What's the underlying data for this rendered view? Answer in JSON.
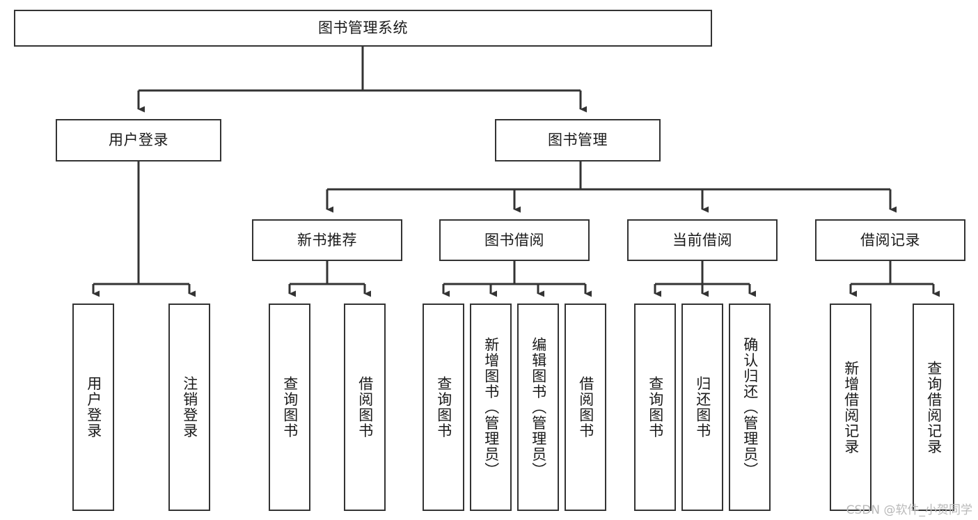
{
  "diagram": {
    "type": "tree-hierarchy",
    "title": "图书管理系统",
    "watermark": "CSDN @软件_小贺同学",
    "colors": {
      "node_border": "#333333",
      "node_fill": "#ffffff",
      "edge": "#333333",
      "text": "#1a1a1a",
      "watermark": "#b9b9b9",
      "background": "#ffffff"
    },
    "levels": [
      {
        "level": 1,
        "nodes": [
          {
            "id": "root",
            "label": "图书管理系统",
            "orientation": "horizontal"
          }
        ]
      },
      {
        "level": 2,
        "nodes": [
          {
            "id": "login",
            "label": "用户登录",
            "orientation": "horizontal",
            "parent": "root"
          },
          {
            "id": "bookmgmt",
            "label": "图书管理",
            "orientation": "horizontal",
            "parent": "root"
          }
        ]
      },
      {
        "level": 3,
        "nodes": [
          {
            "id": "newbook",
            "label": "新书推荐",
            "orientation": "horizontal",
            "parent": "bookmgmt"
          },
          {
            "id": "borrow",
            "label": "图书借阅",
            "orientation": "horizontal",
            "parent": "bookmgmt"
          },
          {
            "id": "current",
            "label": "当前借阅",
            "orientation": "horizontal",
            "parent": "bookmgmt"
          },
          {
            "id": "records",
            "label": "借阅记录",
            "orientation": "horizontal",
            "parent": "bookmgmt"
          }
        ]
      },
      {
        "level": 4,
        "nodes": [
          {
            "id": "leaf1",
            "label": "用户登录",
            "orientation": "vertical",
            "parent": "login"
          },
          {
            "id": "leaf2",
            "label": "注销登录",
            "orientation": "vertical",
            "parent": "login"
          },
          {
            "id": "leaf3",
            "label": "查询图书",
            "orientation": "vertical",
            "parent": "newbook"
          },
          {
            "id": "leaf4",
            "label": "借阅图书",
            "orientation": "vertical",
            "parent": "newbook"
          },
          {
            "id": "leaf5",
            "label": "查询图书",
            "orientation": "vertical",
            "parent": "borrow"
          },
          {
            "id": "leaf6",
            "label": "新增图书（管理员）",
            "orientation": "vertical",
            "parent": "borrow"
          },
          {
            "id": "leaf7",
            "label": "编辑图书（管理员）",
            "orientation": "vertical",
            "parent": "borrow"
          },
          {
            "id": "leaf8",
            "label": "借阅图书",
            "orientation": "vertical",
            "parent": "borrow"
          },
          {
            "id": "leaf9",
            "label": "查询图书",
            "orientation": "vertical",
            "parent": "current"
          },
          {
            "id": "leaf10",
            "label": "归还图书",
            "orientation": "vertical",
            "parent": "current"
          },
          {
            "id": "leaf11",
            "label": "确认归还（管理员）",
            "orientation": "vertical",
            "parent": "current"
          },
          {
            "id": "leaf12",
            "label": "新增借阅记录",
            "orientation": "vertical",
            "parent": "records"
          },
          {
            "id": "leaf13",
            "label": "查询借阅记录",
            "orientation": "vertical",
            "parent": "records"
          }
        ]
      }
    ]
  }
}
